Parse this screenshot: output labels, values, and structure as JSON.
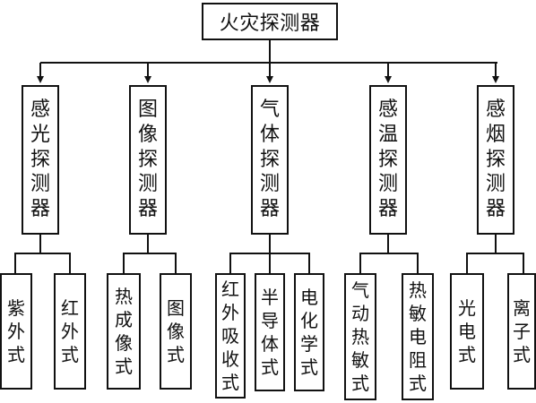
{
  "diagram": {
    "root": "火灾探测器",
    "categories": [
      {
        "label": "感光探测器",
        "children": [
          "紫外式",
          "红外式"
        ]
      },
      {
        "label": "图像探测器",
        "children": [
          "热成像式",
          "图像式"
        ]
      },
      {
        "label": "气体探测器",
        "children": [
          "红外吸收式",
          "半导体式",
          "电化学式"
        ]
      },
      {
        "label": "感温探测器",
        "children": [
          "气动热敏式",
          "热敏电阻式"
        ]
      },
      {
        "label": "感烟探测器",
        "children": [
          "光电式",
          "离子式"
        ]
      }
    ]
  }
}
